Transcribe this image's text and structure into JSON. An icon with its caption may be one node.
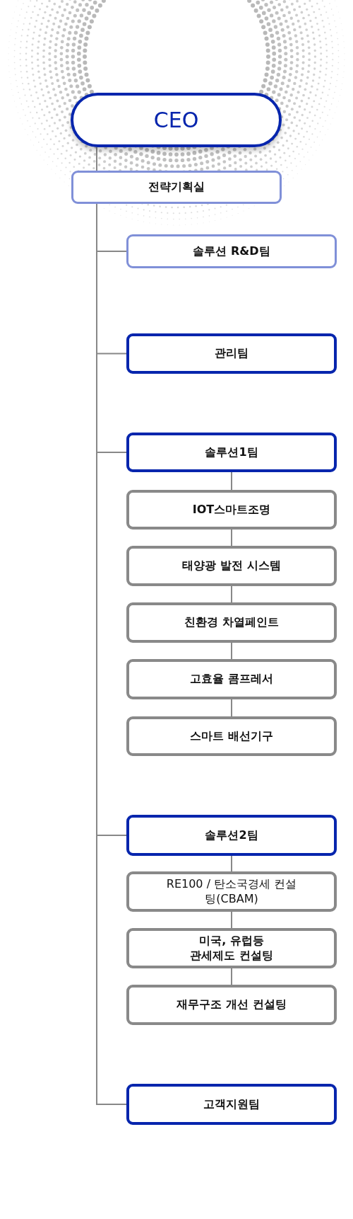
{
  "diagram": {
    "nodes": [
      {
        "text": [
          "CEO"
        ]
      },
      {
        "text": [
          "전략기획실"
        ]
      },
      {
        "text": [
          "솔루션 R&D팀"
        ]
      },
      {
        "text": [
          "관리팀"
        ]
      },
      {
        "text": [
          "솔루션1팀"
        ]
      },
      {
        "text": [
          "IOT스마트조명"
        ]
      },
      {
        "text": [
          "태양광 발전 시스템"
        ]
      },
      {
        "text": [
          "친환경 차열페인트"
        ]
      },
      {
        "text": [
          "고효율 콤프레서"
        ]
      },
      {
        "text": [
          "스마트 배선기구"
        ]
      },
      {
        "text": [
          "솔루션2팀"
        ]
      },
      {
        "text": [
          "RE100 / 탄소국경세 컨설팅(CBAM)"
        ]
      },
      {
        "text": [
          "미국, 유럽등 관세제도 컨설팅"
        ]
      },
      {
        "text": [
          "재무구조 개선 컨설팅"
        ]
      },
      {
        "text": [
          "고객지원팀"
        ]
      }
    ],
    "edges": [
      {
        "from": 0,
        "to": 1,
        "arrow": "none"
      },
      {
        "from": 1,
        "to": 2,
        "arrow": "none"
      },
      {
        "from": 1,
        "to": 3,
        "arrow": "none"
      },
      {
        "from": 1,
        "to": 4,
        "arrow": "none"
      },
      {
        "from": 1,
        "to": 10,
        "arrow": "none"
      },
      {
        "from": 1,
        "to": 14,
        "arrow": "none"
      },
      {
        "from": 4,
        "to": 5,
        "arrow": "none"
      },
      {
        "from": 5,
        "to": 6,
        "arrow": "none"
      },
      {
        "from": 6,
        "to": 7,
        "arrow": "none"
      },
      {
        "from": 7,
        "to": 8,
        "arrow": "none"
      },
      {
        "from": 8,
        "to": 9,
        "arrow": "none"
      },
      {
        "from": 10,
        "to": 11,
        "arrow": "none"
      },
      {
        "from": 11,
        "to": 12,
        "arrow": "none"
      },
      {
        "from": 12,
        "to": 13,
        "arrow": "none"
      }
    ]
  }
}
